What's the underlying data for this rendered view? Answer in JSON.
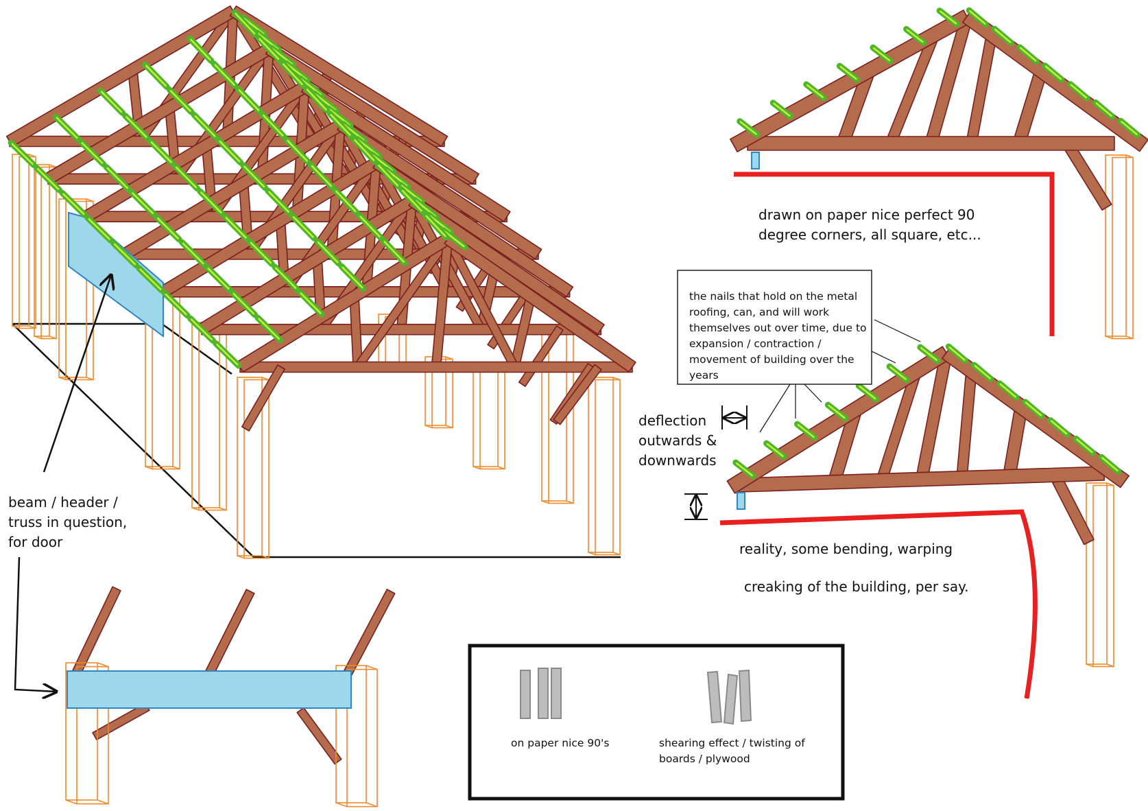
{
  "colors": {
    "timber": "#b46c4c",
    "timber_edge": "#7a1f1f",
    "post": "#f08a2a",
    "nail": "#4fb52a",
    "nail_highlight": "#c6ef3a",
    "header": "#9ed6ea",
    "header_edge": "#2f86c6",
    "deflection_line": "#e82020",
    "board": "#bdbdbd",
    "board_edge": "#8a8a8a"
  },
  "labels": {
    "beam_question": [
      "beam / header /",
      "truss in question,",
      "for door"
    ],
    "paper_caption": [
      "drawn on paper nice perfect 90",
      "degree corners, all square, etc..."
    ],
    "nails_note": [
      "the nails that hold on the metal",
      "roofing, can, and will work",
      "themselves out over time, due to",
      "expansion / contraction /",
      "movement of building over the",
      "years"
    ],
    "deflection": [
      "deflection",
      "outwards &",
      "downwards"
    ],
    "reality": "reality, some bending, warping",
    "creaking": "creaking of the building, per say.",
    "legend_square": "on paper nice 90's",
    "legend_shear": [
      "shearing effect / twisting of",
      "boards / plywood"
    ]
  }
}
